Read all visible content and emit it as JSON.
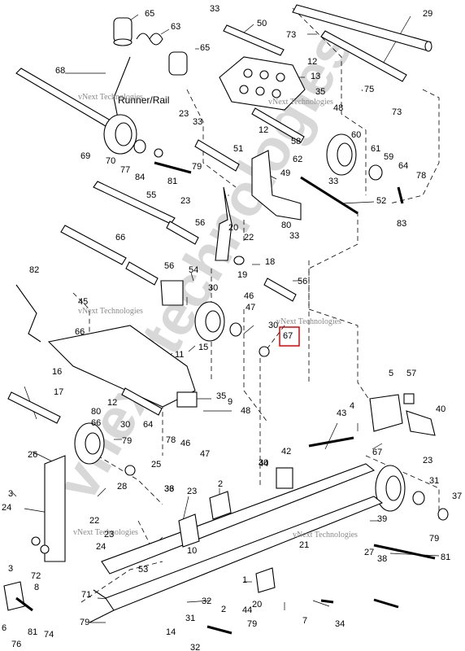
{
  "title": "Runner/Rail",
  "watermark_text": "vNext Technologies",
  "big_watermark": "vnext technologies",
  "highlight_color": "#e00000",
  "highlighted_part": "67",
  "labels": [
    "65",
    "33",
    "50",
    "63",
    "65",
    "29",
    "73",
    "12",
    "13",
    "68",
    "35",
    "23",
    "33",
    "48",
    "12",
    "75",
    "73",
    "60",
    "69",
    "70",
    "77",
    "84",
    "81",
    "79",
    "51",
    "58",
    "61",
    "59",
    "62",
    "64",
    "78",
    "49",
    "23",
    "55",
    "52",
    "33",
    "56",
    "20",
    "22",
    "80",
    "83",
    "66",
    "33",
    "82",
    "54",
    "56",
    "18",
    "19",
    "56",
    "30",
    "46",
    "45",
    "47",
    "30",
    "67",
    "66",
    "11",
    "15",
    "16",
    "12",
    "17",
    "80",
    "35",
    "9",
    "48",
    "40",
    "66",
    "30",
    "46",
    "79",
    "47",
    "78",
    "64",
    "57",
    "5",
    "4",
    "43",
    "42",
    "26",
    "25",
    "30",
    "67",
    "44",
    "28",
    "23",
    "36",
    "23",
    "2",
    "3",
    "24",
    "22",
    "31",
    "37",
    "39",
    "33",
    "23",
    "24",
    "10",
    "21",
    "27",
    "79",
    "38",
    "81",
    "53",
    "3",
    "72",
    "8",
    "71",
    "1",
    "2",
    "32",
    "44",
    "20",
    "79",
    "6",
    "81",
    "74",
    "76",
    "7",
    "34",
    "14",
    "32",
    "31",
    "79",
    "31"
  ]
}
